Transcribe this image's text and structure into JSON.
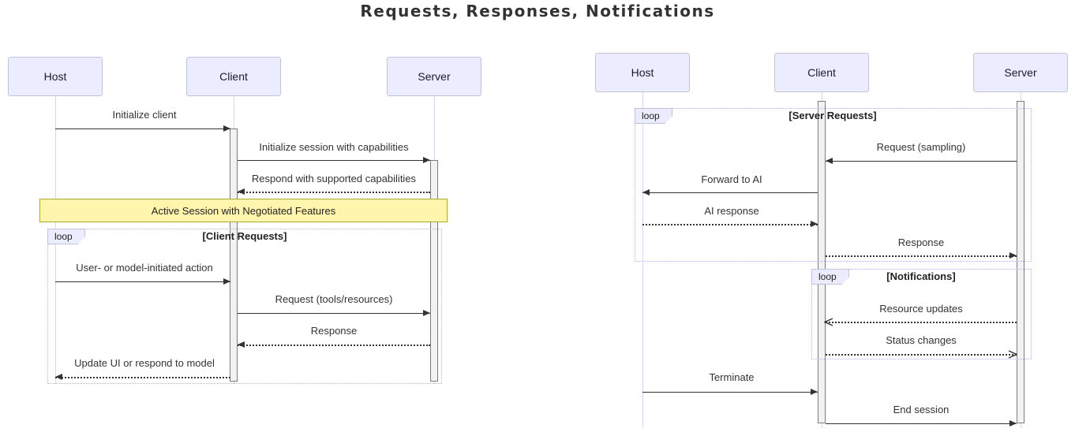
{
  "title": "Requests, Responses, Notifications",
  "colors": {
    "actor_fill": "#ECECFF",
    "actor_border": "#c2c2e0",
    "lifeline": "#d7d7f0",
    "activation_fill": "#f2f2f2",
    "note_fill": "#FFF5AD",
    "note_border": "#AAAA33",
    "arrow": "#333333"
  },
  "left_diagram": {
    "actors": [
      "Host",
      "Client",
      "Server"
    ],
    "note": {
      "text": "Active Session with Negotiated Features"
    },
    "loop": {
      "label": "loop",
      "condition": "[Client Requests]"
    },
    "messages": [
      {
        "text": "Initialize client",
        "from": "Host",
        "to": "Client",
        "style": "solid"
      },
      {
        "text": "Initialize session with capabilities",
        "from": "Client",
        "to": "Server",
        "style": "solid"
      },
      {
        "text": "Respond with supported capabilities",
        "from": "Server",
        "to": "Client",
        "style": "dotted"
      },
      {
        "text": "User- or model-initiated action",
        "from": "Host",
        "to": "Client",
        "style": "solid"
      },
      {
        "text": "Request (tools/resources)",
        "from": "Client",
        "to": "Server",
        "style": "solid"
      },
      {
        "text": "Response",
        "from": "Server",
        "to": "Client",
        "style": "dotted"
      },
      {
        "text": "Update UI or respond to model",
        "from": "Client",
        "to": "Host",
        "style": "dotted"
      }
    ]
  },
  "right_diagram": {
    "actors": [
      "Host",
      "Client",
      "Server"
    ],
    "loop1": {
      "label": "loop",
      "condition": "[Server Requests]"
    },
    "loop2": {
      "label": "loop",
      "condition": "[Notifications]"
    },
    "messages": [
      {
        "text": "Request (sampling)",
        "from": "Server",
        "to": "Client",
        "style": "solid"
      },
      {
        "text": "Forward to AI",
        "from": "Client",
        "to": "Host",
        "style": "solid"
      },
      {
        "text": "AI response",
        "from": "Host",
        "to": "Client",
        "style": "dotted"
      },
      {
        "text": "Response",
        "from": "Client",
        "to": "Server",
        "style": "dotted"
      },
      {
        "text": "Resource updates",
        "from": "Server",
        "to": "Client",
        "style": "dotted-open"
      },
      {
        "text": "Status changes",
        "from": "Client",
        "to": "Server",
        "style": "dotted-open"
      },
      {
        "text": "Terminate",
        "from": "Host",
        "to": "Client",
        "style": "solid"
      },
      {
        "text": "End session",
        "from": "Client",
        "to": "Server",
        "style": "solid"
      }
    ]
  }
}
